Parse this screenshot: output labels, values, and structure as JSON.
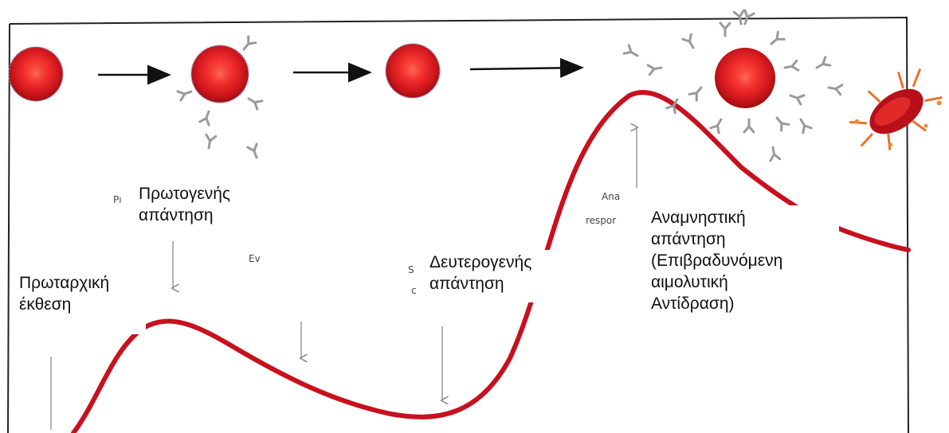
{
  "labels": {
    "primary_exposure": "Πρωταρχική\nέκθεση",
    "primary_response": "Πρωτογενής\nαπάντηση",
    "secondary_response": "Δευτερογενής\nαπάντηση",
    "anamnestic_response": "Αναμνηστική\nαπάντηση\n(Επιβραδυνόμενη\nαιμολυτική\nΑντίδραση)"
  },
  "partial_labels": {
    "p": "Pı",
    "ev": "Ev",
    "s": "S",
    "c": "c",
    "ana": "Ana",
    "respor": "respor"
  },
  "colors": {
    "curve": "#c8101e",
    "cell_core": "#ee2a2a",
    "cell_edge": "#b80d12",
    "antibody": "#9a9a9a",
    "arrow": "#111111",
    "pointer": "#8a8a8a",
    "frame": "#222222"
  },
  "icons": [
    "red-blood-cell-icon",
    "antibody-icon",
    "right-arrow-icon",
    "lysed-cell-icon"
  ]
}
